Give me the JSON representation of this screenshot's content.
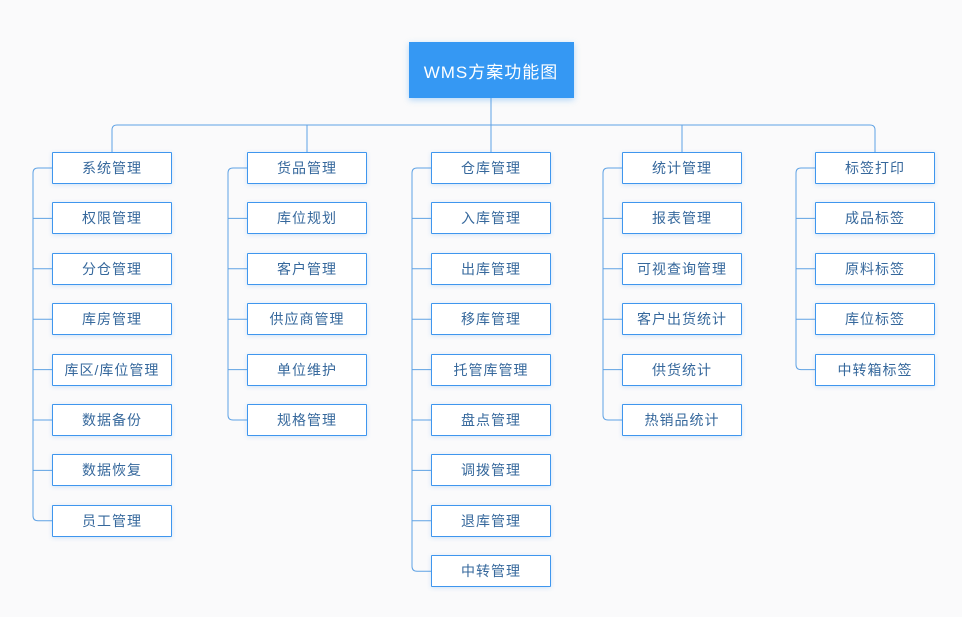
{
  "diagram_title": "WMS方案功能图",
  "colors": {
    "background": "#fafafb",
    "root_fill": "#3598f3",
    "root_text": "#ffffff",
    "node_border": "#3f96ee",
    "node_text": "#36689c",
    "line": "#5fa2e4"
  },
  "tree": {
    "root": "WMS方案功能图",
    "branches": [
      {
        "label": "系统管理",
        "children": [
          "权限管理",
          "分仓管理",
          "库房管理",
          "库区/库位管理",
          "数据备份",
          "数据恢复",
          "员工管理"
        ]
      },
      {
        "label": "货品管理",
        "children": [
          "库位规划",
          "客户管理",
          "供应商管理",
          "单位维护",
          "规格管理"
        ]
      },
      {
        "label": "仓库管理",
        "children": [
          "入库管理",
          "出库管理",
          "移库管理",
          "托管库管理",
          "盘点管理",
          "调拨管理",
          "退库管理",
          "中转管理"
        ]
      },
      {
        "label": "统计管理",
        "children": [
          "报表管理",
          "可视查询管理",
          "客户出货统计",
          "供货统计",
          "热销品统计"
        ]
      },
      {
        "label": "标签打印",
        "children": [
          "成品标签",
          "原料标签",
          "库位标签",
          "中转箱标签"
        ]
      }
    ]
  }
}
